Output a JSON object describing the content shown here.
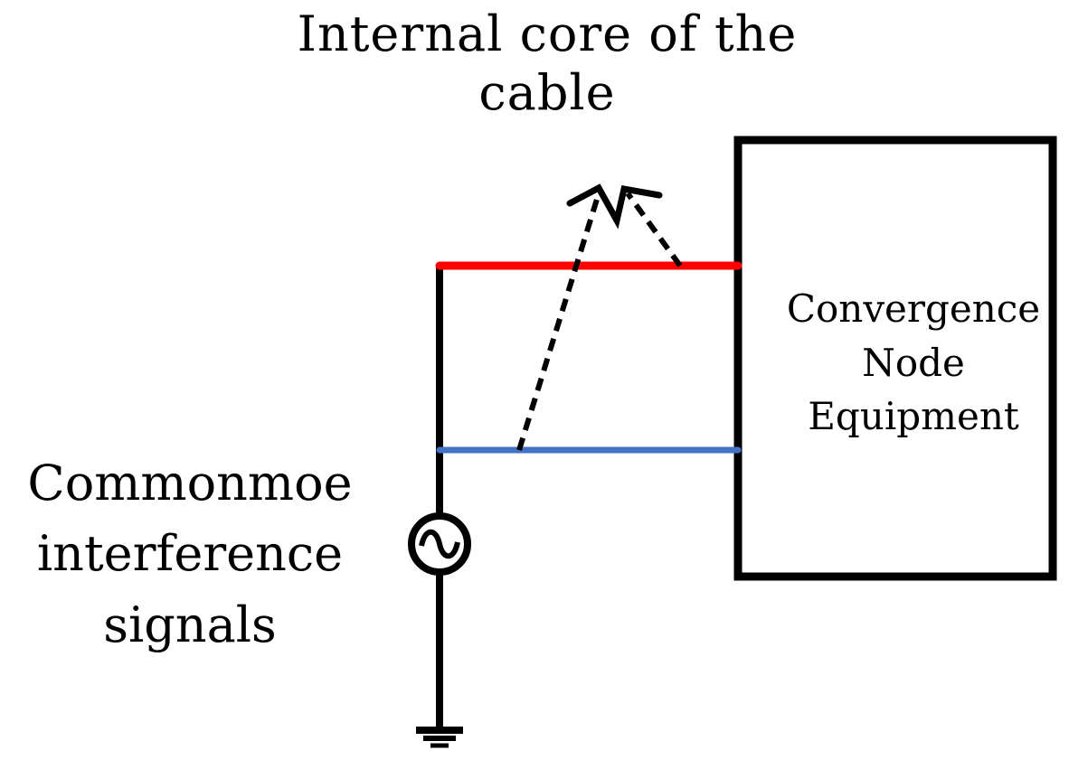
{
  "title": {
    "line1": "Internal core of the",
    "line2": "cable"
  },
  "equipment": {
    "line1": "Convergence",
    "line2": "Node",
    "line3": "Equipment"
  },
  "source": {
    "line1": "Commonmoe",
    "line2": "interference",
    "line3": "signals"
  },
  "colors": {
    "wire_red": "#ff0000",
    "wire_blue": "#4472c4",
    "stroke": "#000000",
    "background": "#ffffff"
  },
  "icons": {
    "source": "ac-source-icon",
    "ground": "ground-icon",
    "coupling_arrow": "dashed-arrow-icon"
  }
}
